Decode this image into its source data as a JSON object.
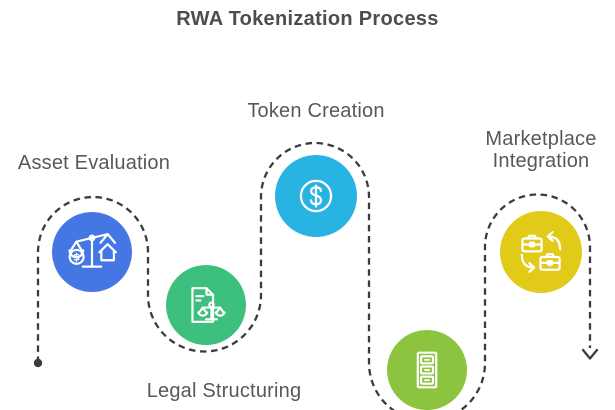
{
  "title": "RWA Tokenization Process",
  "colors": {
    "asset_blue": "#4577e4",
    "legal_green": "#3dc07d",
    "token_cyan": "#29b3e3",
    "storage_olive": "#8cc440",
    "marketplace_yellow": "#e2ca19",
    "path_gray": "#3c3c3e",
    "label_gray": "#58585a",
    "title_gray": "#4d4d4f"
  },
  "path": {
    "style": "dashed",
    "start_marker": "dot",
    "end_marker": "arrow-down"
  },
  "steps": [
    {
      "label": "Asset Evaluation",
      "color": "#4577e4",
      "icon": "balance-scale-house-dollar-icon"
    },
    {
      "label": "Legal Structuring",
      "color": "#3dc07d",
      "icon": "legal-document-scale-icon"
    },
    {
      "label": "Token Creation",
      "color": "#29b3e3",
      "icon": "dollar-coin-icon"
    },
    {
      "label": "",
      "color": "#8cc440",
      "icon": "filing-cabinet-icon"
    },
    {
      "label": "Marketplace Integration",
      "color": "#e2ca19",
      "icon": "briefcase-exchange-icon"
    }
  ]
}
